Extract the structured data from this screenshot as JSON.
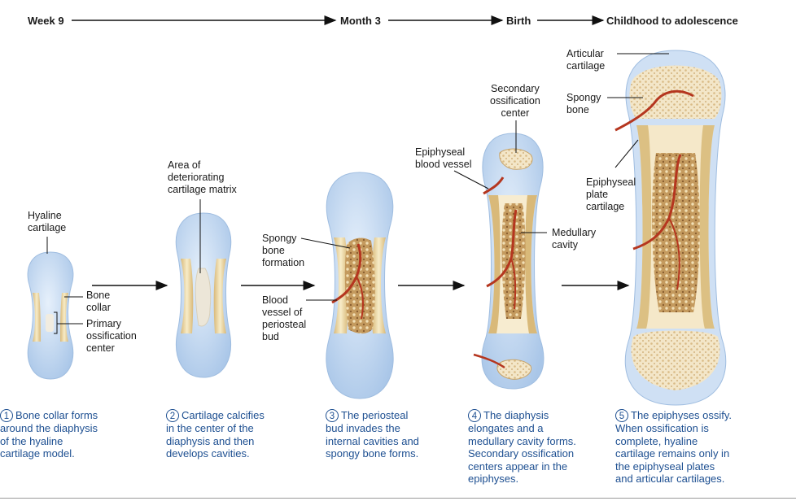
{
  "timeline": [
    "Week 9",
    "Month 3",
    "Birth",
    "Childhood to adolescence"
  ],
  "labels": {
    "hyaline_cartilage": "Hyaline\ncartilage",
    "bone_collar": "Bone\ncollar",
    "primary_ossification_center": "Primary\nossification\ncenter",
    "area_deteriorating": "Area of\ndeteriorating\ncartilage matrix",
    "spongy_bone_formation": "Spongy\nbone\nformation",
    "blood_vessel_periosteal": "Blood\nvessel of\nperiosteal\nbud",
    "epiphyseal_blood_vessel": "Epiphyseal\nblood vessel",
    "secondary_ossification_center": "Secondary\nossification\ncenter",
    "medullary_cavity": "Medullary\ncavity",
    "articular_cartilage": "Articular\ncartilage",
    "spongy_bone": "Spongy\nbone",
    "epiphyseal_plate_cartilage": "Epiphyseal\nplate\ncartilage"
  },
  "steps": [
    {
      "number": "1",
      "text": "Bone collar forms\naround the diaphysis\nof the hyaline\ncartilage model."
    },
    {
      "number": "2",
      "text": "Cartilage calcifies\nin the center of the\ndiaphysis and then\ndevelops cavities."
    },
    {
      "number": "3",
      "text": "The periosteal\nbud invades the\ninternal cavities and\nspongy bone forms."
    },
    {
      "number": "4",
      "text": "The diaphysis\nelongates and a\nmedullary cavity forms.\nSecondary ossification\ncenters appear in the\nepiphyses."
    },
    {
      "number": "5",
      "text": "The epiphyses ossify.\nWhen ossification is\ncomplete, hyaline\ncartilage remains only in\nthe epiphyseal plates\nand articular cartilages."
    }
  ],
  "colors": {
    "cartilage": "#c9dcf3",
    "cartilage_edge": "#9fbde0",
    "bone_collar": "#e8cf95",
    "spongy_bone": "#b98a52",
    "vessel": "#b5361f",
    "caption": "#1d4f91"
  }
}
